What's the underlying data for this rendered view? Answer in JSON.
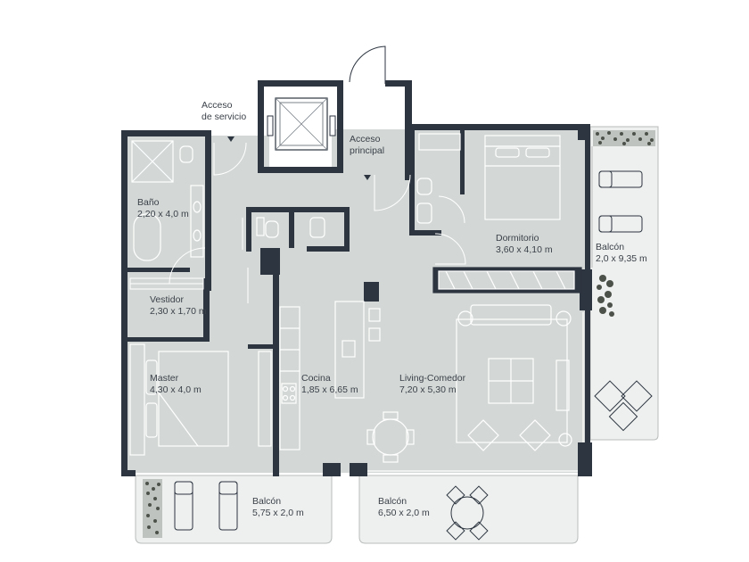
{
  "labels": {
    "acceso_servicio": [
      "Acceso",
      "de servicio"
    ],
    "acceso_principal": [
      "Acceso",
      "principal"
    ],
    "bano": [
      "Baño",
      "2,20 x 4,0 m"
    ],
    "vestidor": [
      "Vestidor",
      "2,30 x 1,70 m"
    ],
    "master": [
      "Master",
      "4,30 x 4,0 m"
    ],
    "cocina": [
      "Cocina",
      "1,85 x 6,65 m"
    ],
    "living": [
      "Living-Comedor",
      "7,20 x 5,30 m"
    ],
    "dormitorio": [
      "Dormitorio",
      "3,60 x 4,10 m"
    ],
    "balcon_derecho": [
      "Balcón",
      "2,0 x 9,35 m"
    ],
    "balcon_master": [
      "Balcón",
      "5,75 x 2,0 m"
    ],
    "balcon_living": [
      "Balcón",
      "6,50 x 2,0 m"
    ]
  },
  "colors": {
    "floor": "#d3d8d6",
    "wall": "#2d3540",
    "line": "#ffffff",
    "balcony": "#eef0ef",
    "plants": "#4c5249"
  }
}
